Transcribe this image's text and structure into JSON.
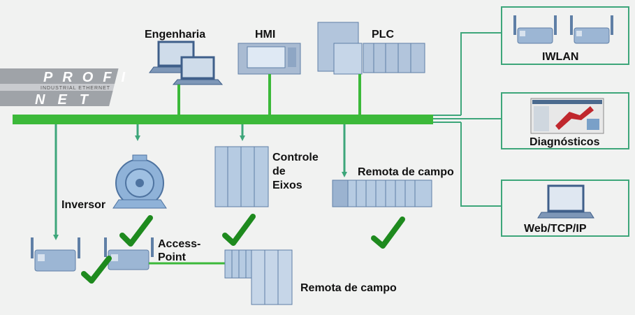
{
  "logo": {
    "top_text": "PROFI",
    "mid_text": "INDUSTRIAL ETHERNET",
    "bottom_text": "NET"
  },
  "labels": {
    "engenharia": "Engenharia",
    "hmi": "HMI",
    "plc": "PLC",
    "iwlan": "IWLAN",
    "diagnosticos": "Diagnósticos",
    "web": "Web/TCP/IP",
    "inversor": "Inversor",
    "controle_1": "Controle",
    "controle_2": "de",
    "controle_3": "Eixos",
    "remota_campo_1": "Remota de campo",
    "access_1": "Access-",
    "access_2": "Point",
    "remota_campo_2": "Remota de campo"
  },
  "colors": {
    "bus": "#3cb93a",
    "line": "#3da67a",
    "check": "#1e8a1e",
    "device": "#9cb6d4",
    "device_dark": "#5f7fa6",
    "box_border": "#3da67a"
  }
}
